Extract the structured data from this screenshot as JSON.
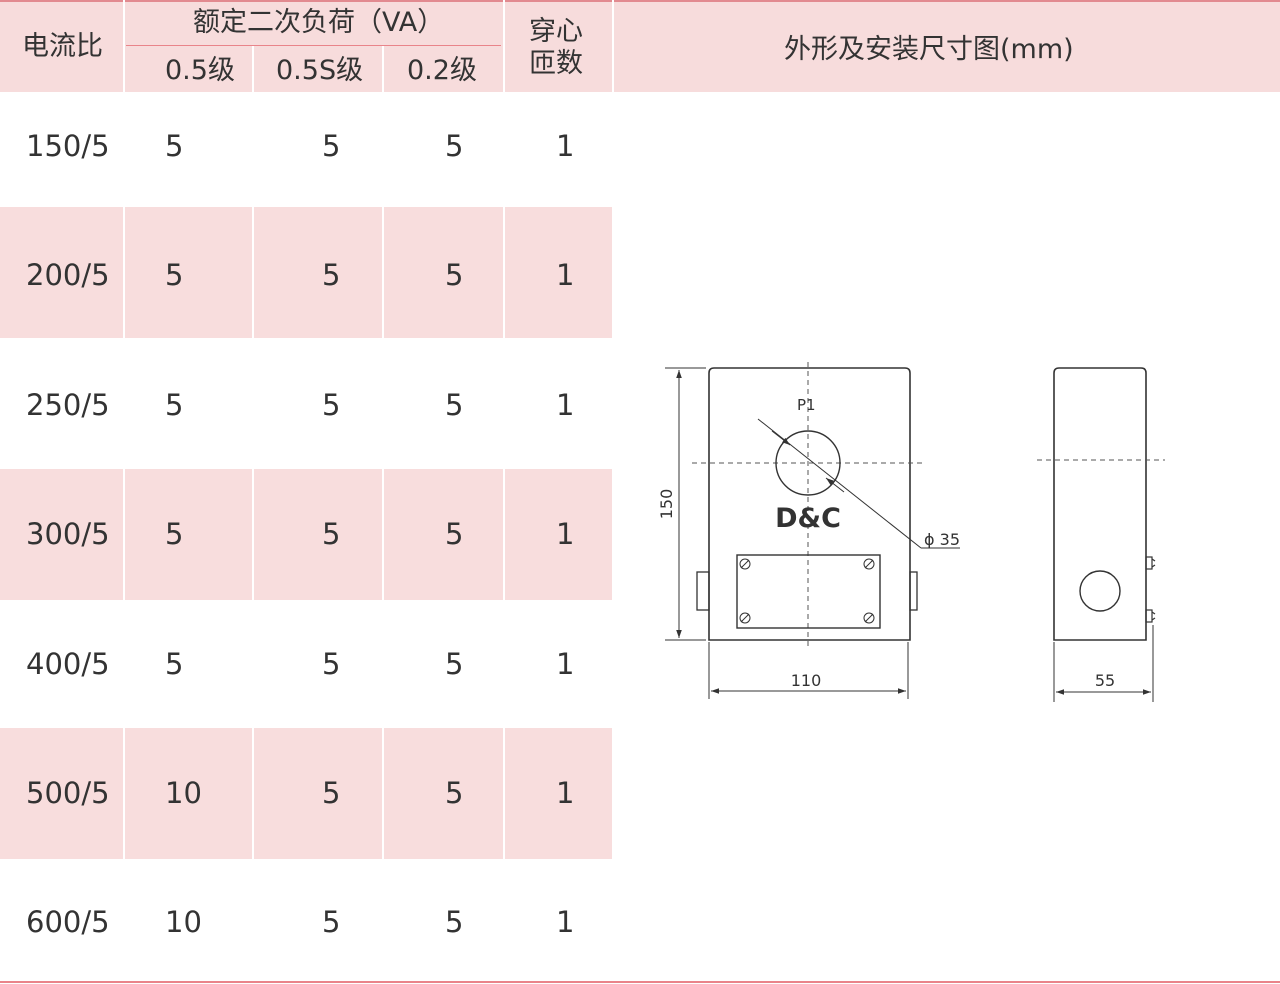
{
  "table": {
    "header": {
      "ratio": "电流比",
      "burden": "额定二次负荷（VA）",
      "class_05": "0.5级",
      "class_05s": "0.5S级",
      "class_02": "0.2级",
      "turns_line1": "穿心",
      "turns_line2": "匝数",
      "drawing": "外形及安装尺寸图(mm)"
    },
    "rows": [
      {
        "ratio": "150/5",
        "c05": "5",
        "c05s": "5",
        "c02": "5",
        "turns": "1"
      },
      {
        "ratio": "200/5",
        "c05": "5",
        "c05s": "5",
        "c02": "5",
        "turns": "1"
      },
      {
        "ratio": "250/5",
        "c05": "5",
        "c05s": "5",
        "c02": "5",
        "turns": "1"
      },
      {
        "ratio": "300/5",
        "c05": "5",
        "c05s": "5",
        "c02": "5",
        "turns": "1"
      },
      {
        "ratio": "400/5",
        "c05": "5",
        "c05s": "5",
        "c02": "5",
        "turns": "1"
      },
      {
        "ratio": "500/5",
        "c05": "10",
        "c05s": "5",
        "c02": "5",
        "turns": "1"
      },
      {
        "ratio": "600/5",
        "c05": "10",
        "c05s": "5",
        "c02": "5",
        "turns": "1"
      }
    ]
  },
  "drawing": {
    "label_p1": "P1",
    "logo": "D&C",
    "dim_height": "150",
    "dim_hole": "ϕ 35",
    "dim_width": "110",
    "dim_depth": "55"
  },
  "colors": {
    "header_bg": "#f7dcdc",
    "stripe_bg": "#f8dddd",
    "accent_line": "#e28a90",
    "text": "#333333"
  }
}
